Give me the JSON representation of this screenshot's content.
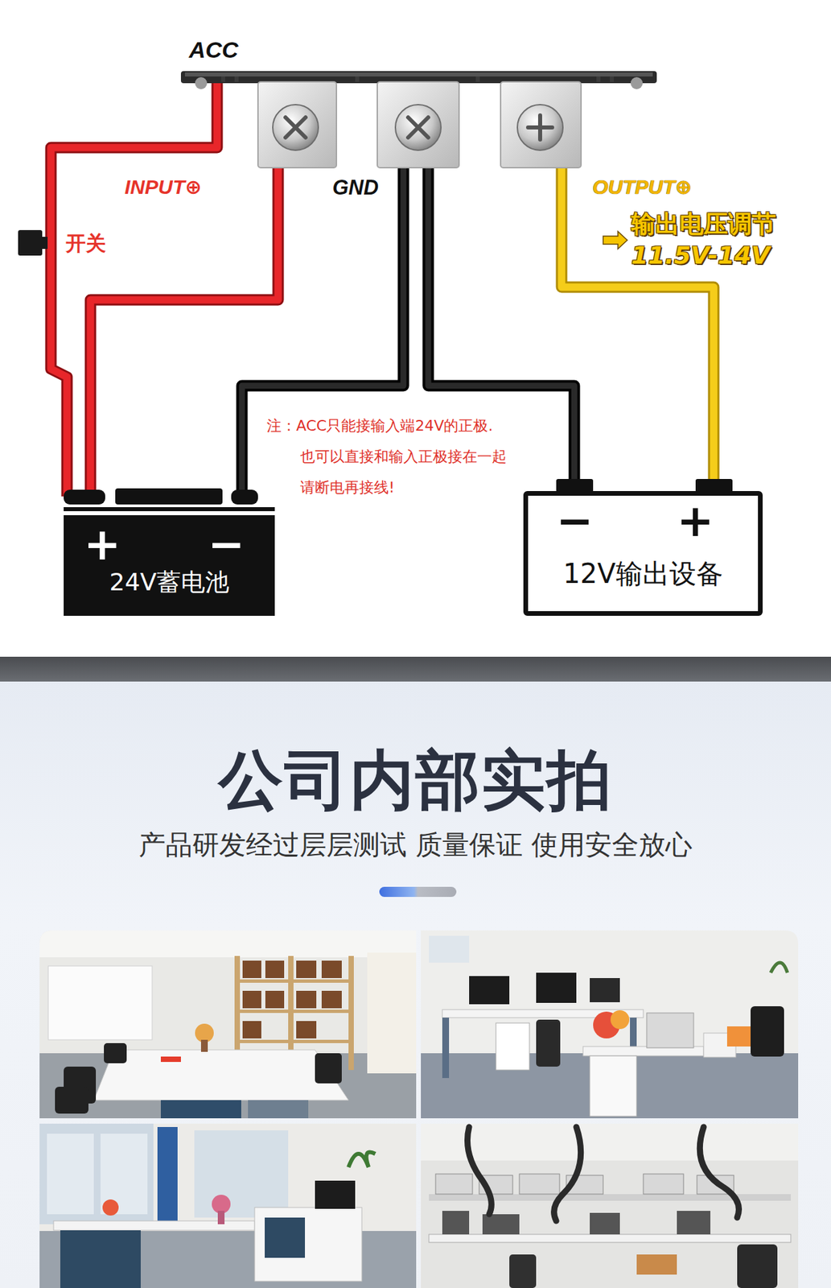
{
  "diagram": {
    "title": "公司内部实拍",
    "nodes": [
      {
        "text": [
          "+",
          "−",
          "24V蓄电池"
        ]
      },
      {
        "text": [
          "−",
          "+",
          "12V输出设备"
        ]
      }
    ],
    "labels": [
      "ACC",
      "INPUT⊕",
      "开关",
      "GND",
      "OUTPUT⊕",
      "输出电压调节",
      "11.5V-14V",
      "注：ACC只能接输入端24V的正极.",
      "也可以直接和输入正极接在一起",
      "请断电再接线!",
      "产品研发经过层层测试 质量保证 使用安全放心"
    ]
  }
}
